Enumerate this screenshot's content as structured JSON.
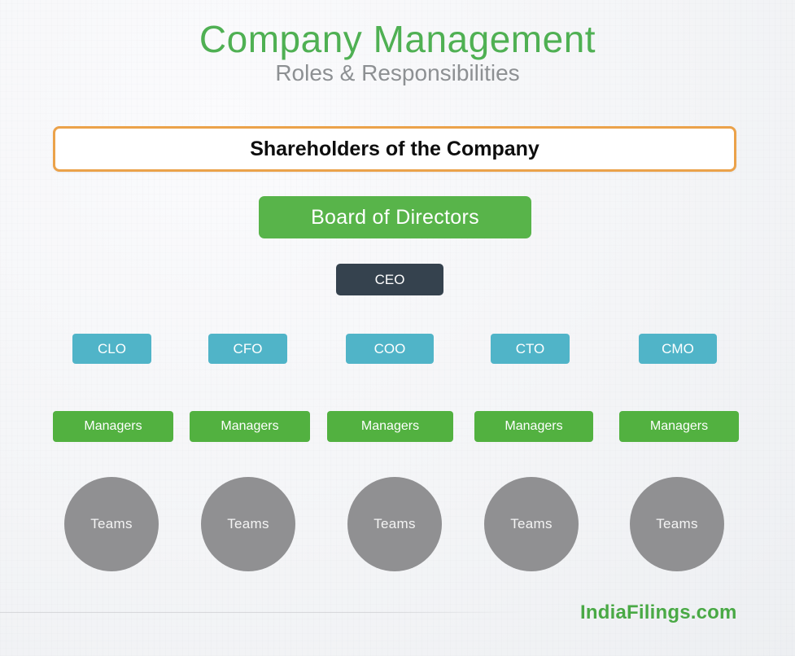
{
  "header": {
    "title": "Company Management",
    "subtitle": "Roles & Responsibilities"
  },
  "org": {
    "shareholders": "Shareholders of the Company",
    "board": "Board of Directors",
    "ceo": "CEO",
    "officers": [
      "CLO",
      "CFO",
      "COO",
      "CTO",
      "CMO"
    ],
    "managers": [
      "Managers",
      "Managers",
      "Managers",
      "Managers",
      "Managers"
    ],
    "teams": [
      "Teams",
      "Teams",
      "Teams",
      "Teams",
      "Teams"
    ]
  },
  "footer": {
    "brand": "IndiaFilings.com"
  },
  "colors": {
    "title_green": "#4fb053",
    "subtitle_gray": "#8d9093",
    "shareholders_border_orange": "#eba24a",
    "board_green": "#58b44a",
    "ceo_dark": "#35424e",
    "officer_blue": "#50b4c8",
    "manager_green": "#52b140",
    "team_gray": "#909092",
    "brand_green": "#49a945",
    "background": "#f4f5f7"
  }
}
